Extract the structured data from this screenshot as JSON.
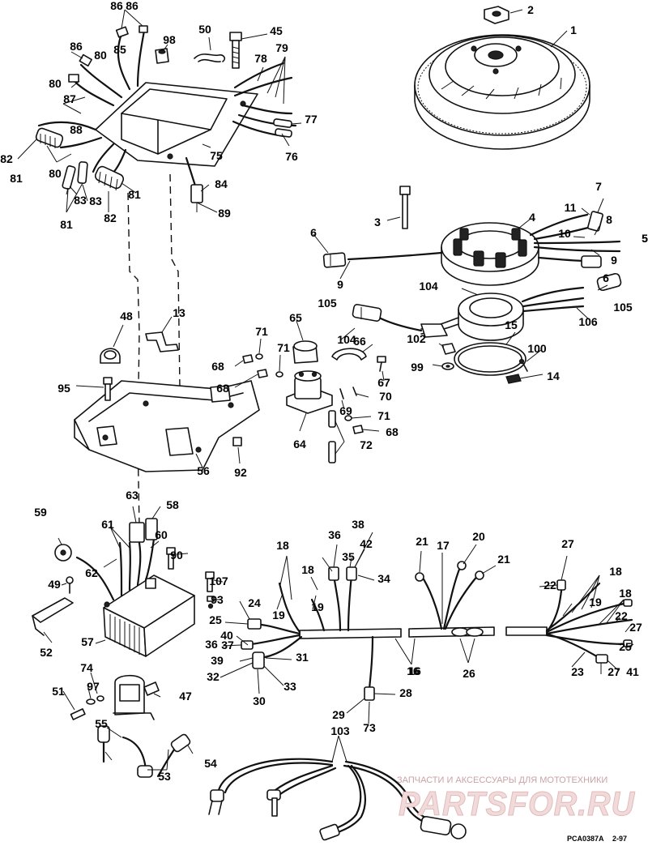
{
  "callouts": [
    "1",
    "2",
    "3",
    "4",
    "5",
    "5",
    "6",
    "6",
    "7",
    "8",
    "9",
    "9",
    "10",
    "11",
    "13",
    "14",
    "15",
    "16",
    "16",
    "17",
    "18",
    "18",
    "18",
    "18",
    "19",
    "19",
    "19",
    "20",
    "21",
    "21",
    "22",
    "22",
    "23",
    "24",
    "25",
    "25",
    "26",
    "27",
    "27",
    "27",
    "28",
    "29",
    "30",
    "31",
    "32",
    "33",
    "34",
    "35",
    "36",
    "36",
    "37",
    "38",
    "39",
    "40",
    "41",
    "42",
    "45",
    "47",
    "48",
    "49",
    "50",
    "51",
    "52",
    "53",
    "54",
    "55",
    "56",
    "57",
    "58",
    "59",
    "60",
    "61",
    "62",
    "63",
    "64",
    "65",
    "66",
    "67",
    "68",
    "68",
    "68",
    "69",
    "70",
    "71",
    "71",
    "71",
    "72",
    "73",
    "74",
    "75",
    "76",
    "77",
    "78",
    "79",
    "80",
    "80",
    "80",
    "81",
    "81",
    "81",
    "82",
    "82",
    "83",
    "83",
    "84",
    "85",
    "86",
    "86",
    "86",
    "87",
    "88",
    "89",
    "90",
    "92",
    "93",
    "95",
    "97",
    "98",
    "99",
    "100",
    "102",
    "103",
    "104",
    "104",
    "105",
    "105",
    "106",
    "107"
  ],
  "footer": {
    "code": "PCA0387A",
    "date": "2-97"
  },
  "watermark": {
    "tagline": "ЗАПЧАСТИ И АКСЕССУАРЫ ДЛЯ МОТОТЕХНИКИ",
    "logo": "PARTSFOR.RU"
  },
  "colors": {
    "ink": "#111111",
    "watermark": "#e2b9b9"
  }
}
